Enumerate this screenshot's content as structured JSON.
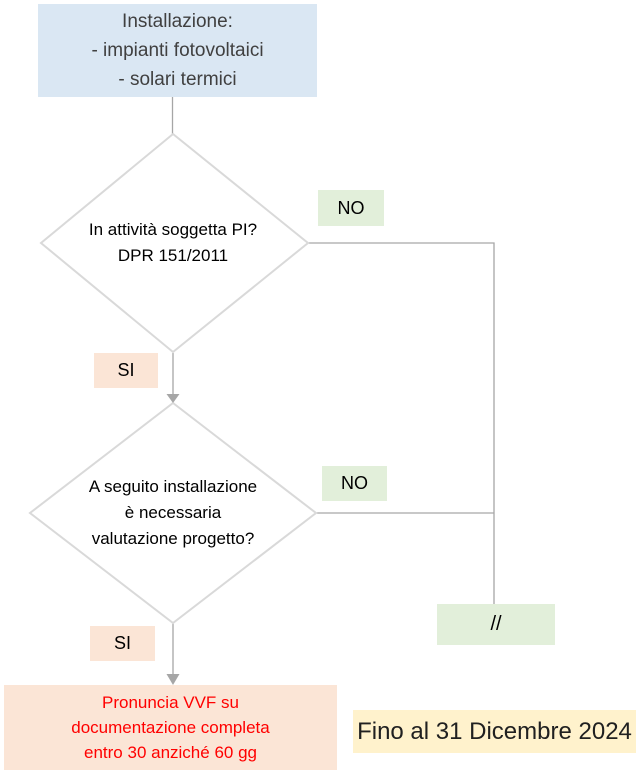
{
  "title": "Flowchart installazione impianti fotovoltaici e solari termici",
  "colors": {
    "start_box_bg": "#dae7f3",
    "no_label_bg": "#e2efda",
    "si_label_bg": "#fbe5d6",
    "result_box_bg": "#fbe5d6",
    "result_text": "#ff0000",
    "note_box_bg": "#fff2cc",
    "diamond_border": "#d9d9d9",
    "connector": "#a6a6a6",
    "start_text": "#404040"
  },
  "flowchart": {
    "start_box": {
      "lines": [
        "Installazione:",
        "- impianti fotovoltaici",
        "- solari termici"
      ]
    },
    "decision1": {
      "lines": [
        "In attività soggetta PI?",
        "DPR 151/2011"
      ],
      "no_label": "NO",
      "si_label": "SI"
    },
    "decision2": {
      "lines": [
        "A seguito installazione",
        "è necessaria",
        "valutazione progetto?"
      ],
      "no_label": "NO",
      "si_label": "SI"
    },
    "terminator_label": "//",
    "result_box": {
      "lines": [
        "Pronuncia VVF su",
        "documentazione completa",
        "entro 30 anziché 60 gg"
      ]
    },
    "note_box": {
      "text": "Fino al 31 Dicembre 2024"
    }
  }
}
